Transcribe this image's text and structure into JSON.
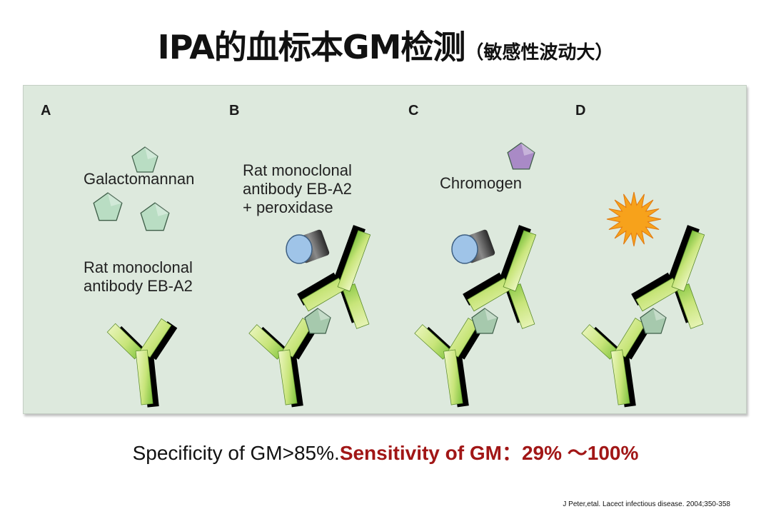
{
  "title": {
    "main": "IPA的血标本GM检测",
    "sub": "（敏感性波动大）"
  },
  "panels": [
    {
      "letter": "A",
      "labels": [
        "Galactomannan",
        "Rat monoclonal\nantibody EB-A2"
      ]
    },
    {
      "letter": "B",
      "labels": [
        "Rat monoclonal\nantibody EB-A2\n+ peroxidase"
      ]
    },
    {
      "letter": "C",
      "labels": [
        "Chromogen"
      ]
    },
    {
      "letter": "D",
      "labels": []
    }
  ],
  "bottom": {
    "specificity": "Specificity of GM>85%.",
    "sensitivity": "Sensitivity of GM：29% ～100%"
  },
  "citation": "J Peter,etal. Lacect infectious disease. 2004;350-358",
  "colors": {
    "panel_bg": "#dde9dd",
    "antibody_light": "#e4f2a8",
    "antibody_dark": "#7bc13c",
    "antigen_green": "#b7dcc0",
    "peroxidase_blue": "#9fc4e8",
    "chromogen_purple": "#a889c4",
    "burst_orange": "#f7a21b",
    "sensitivity_red": "#a11616"
  },
  "icons": [
    "galactomannan-pentagon-icon",
    "antibody-y-icon",
    "peroxidase-cylinder-icon",
    "chromogen-pentagon-icon",
    "color-burst-icon"
  ]
}
